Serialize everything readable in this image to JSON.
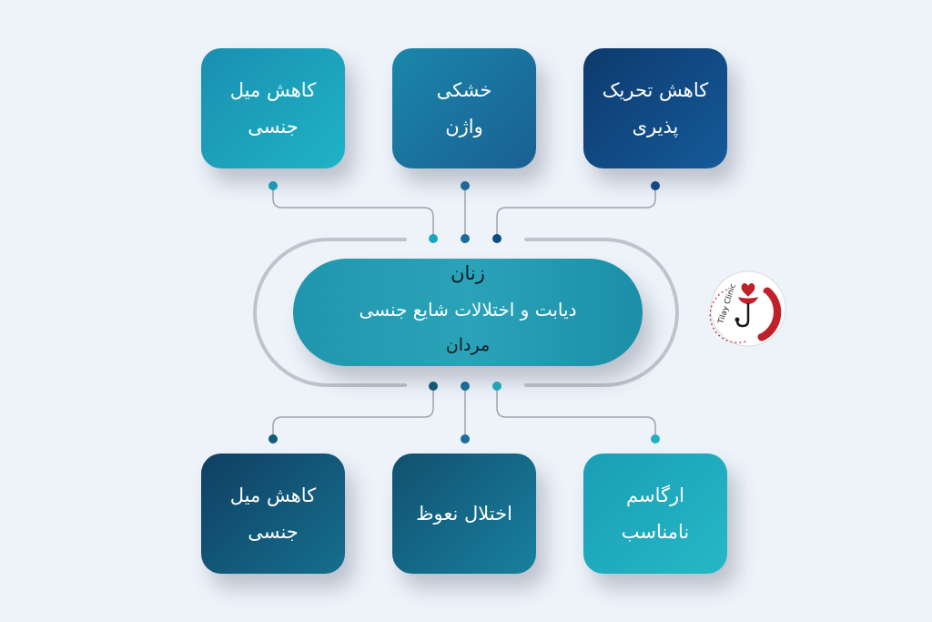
{
  "diagram": {
    "hub": {
      "title": "زنان",
      "main": "دیابت و اختلالات شایع جنسی",
      "subtitle": "مردان"
    },
    "top_cards": [
      {
        "label": "کاهش میل\nجنسی",
        "color": "teal"
      },
      {
        "label": "خشکی\nواژن",
        "color": "blue"
      },
      {
        "label": "کاهش تحریک\nپذیری",
        "color": "navy"
      }
    ],
    "bottom_cards": [
      {
        "label": "کاهش میل\nجنسی",
        "color": "dark-teal"
      },
      {
        "label": "اختلال نعوظ",
        "color": "dark-teal"
      },
      {
        "label": "ارگاسم\nنامناسب",
        "color": "light-teal"
      }
    ],
    "logo": {
      "text": "Tilay Clinic"
    },
    "colors": {
      "background": "#eef3fa",
      "teal": "#1aa5bb",
      "blue": "#1b6e9c",
      "navy": "#0f4a84",
      "dark_teal": "#135b78",
      "light_teal": "#1fb0c2",
      "connector": "#9aa4ad",
      "accent_red": "#c0202a"
    }
  }
}
